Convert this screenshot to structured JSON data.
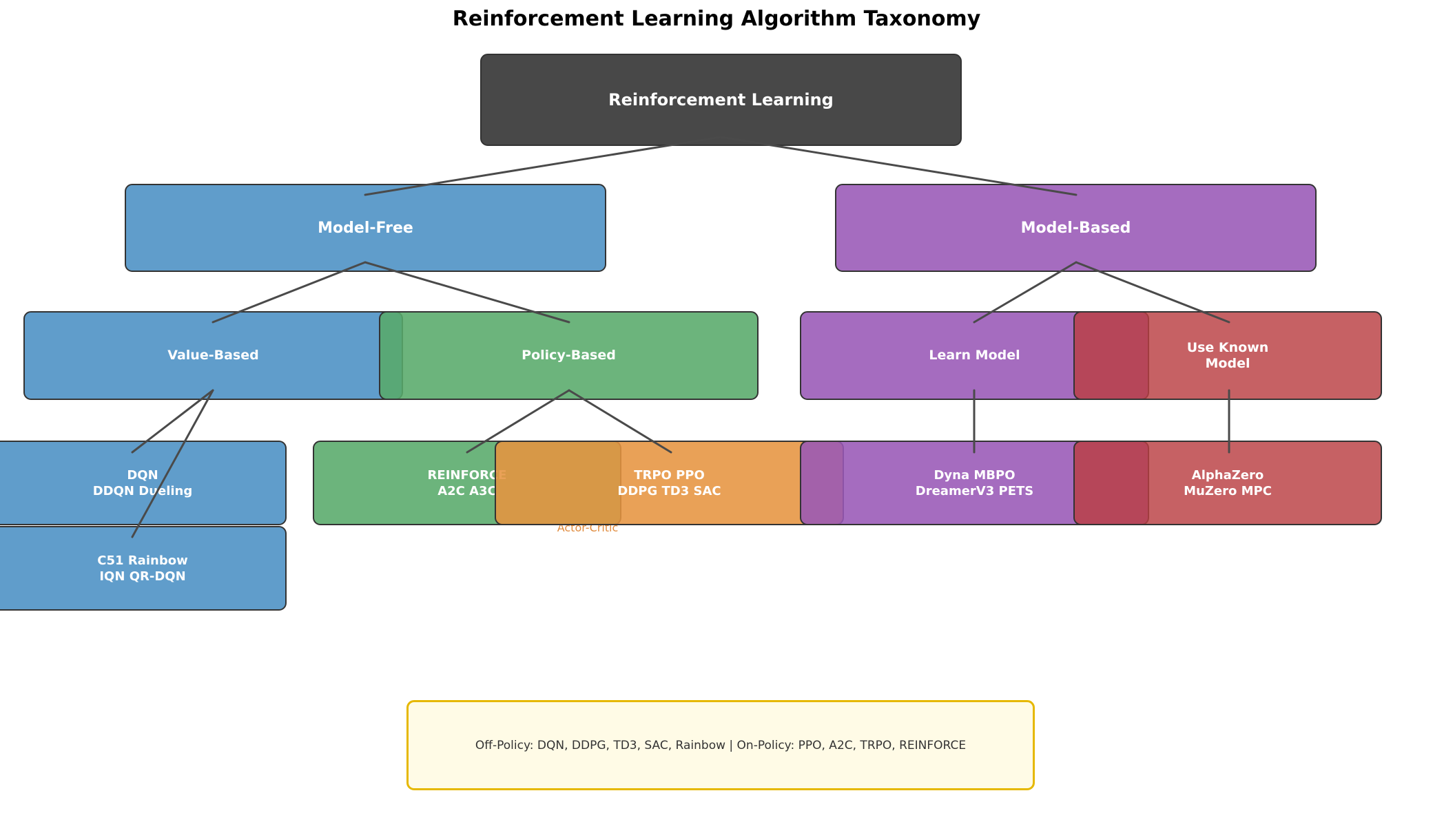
{
  "title": "Reinforcement Learning Algorithm Taxonomy",
  "nodes": {
    "root": "Reinforcement Learning",
    "model_free": "Model-Free",
    "model_based": "Model-Based",
    "value_based": "Value-Based",
    "policy_based": "Policy-Based",
    "learn_model": "Learn Model",
    "use_known_model": "Use Known\nModel",
    "dqn_family": "DQN\nDDQN  Dueling",
    "distributional_family": "C51  Rainbow\nIQN  QR-DQN",
    "policy_gradient_family": "REINFORCE\nA2C  A3C",
    "actor_critic_family": "TRPO  PPO\nDDPG  TD3  SAC",
    "learned_model_family": "Dyna  MBPO\nDreamerV3  PETS",
    "known_model_family": "AlphaZero\nMuZero  MPC"
  },
  "actor_critic_label": "Actor-Critic",
  "legend_note": "Off-Policy: DQN, DDPG, TD3, SAC, Rainbow  |  On-Policy: PPO, A2C, TRPO, REINFORCE",
  "colors": {
    "root": "#484848",
    "model_free": "#4a90c4",
    "value_based": "#4a90c4",
    "policy_based": "#58aa6a",
    "model_based": "#9858b6",
    "use_known_model": "#ba3e42",
    "actor_critic": "#e69440",
    "note_border": "#e6b800",
    "note_fill": "#fffbe6",
    "edges": "#4a4a4a"
  }
}
